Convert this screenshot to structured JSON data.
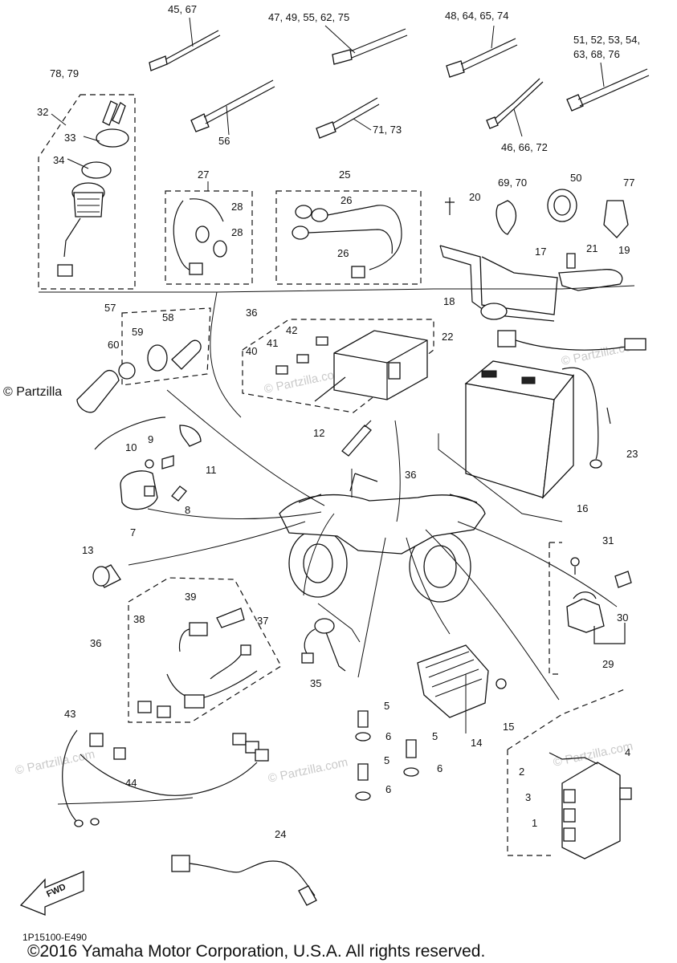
{
  "diagram": {
    "diagram_code": "1P15100-E490",
    "copyright": "©2016 Yamaha Motor Corporation, U.S.A. All rights reserved.",
    "brand_watermark": "© Partzilla",
    "watermark_text": "© Partzilla.com",
    "fwd_arrow_label": "FWD",
    "callouts": [
      "45, 67",
      "47, 49, 55, 62, 75",
      "48, 64, 65, 74",
      "51, 52, 53, 54,",
      "63, 68, 76",
      "78, 79",
      "32",
      "33",
      "34",
      "56",
      "71, 73",
      "46, 66, 72",
      "27",
      "28",
      "28",
      "25",
      "26",
      "26",
      "20",
      "69, 70",
      "50",
      "77",
      "21",
      "19",
      "17",
      "18",
      "57",
      "59",
      "58",
      "60",
      "36",
      "42",
      "41",
      "40",
      "22",
      "23",
      "16",
      "10",
      "9",
      "11",
      "8",
      "7",
      "12",
      "36",
      "13",
      "39",
      "38",
      "37",
      "36",
      "35",
      "31",
      "30",
      "29",
      "5",
      "6",
      "5",
      "6",
      "5",
      "6",
      "14",
      "15",
      "4",
      "2",
      "3",
      "1",
      "43",
      "44",
      "24"
    ]
  }
}
